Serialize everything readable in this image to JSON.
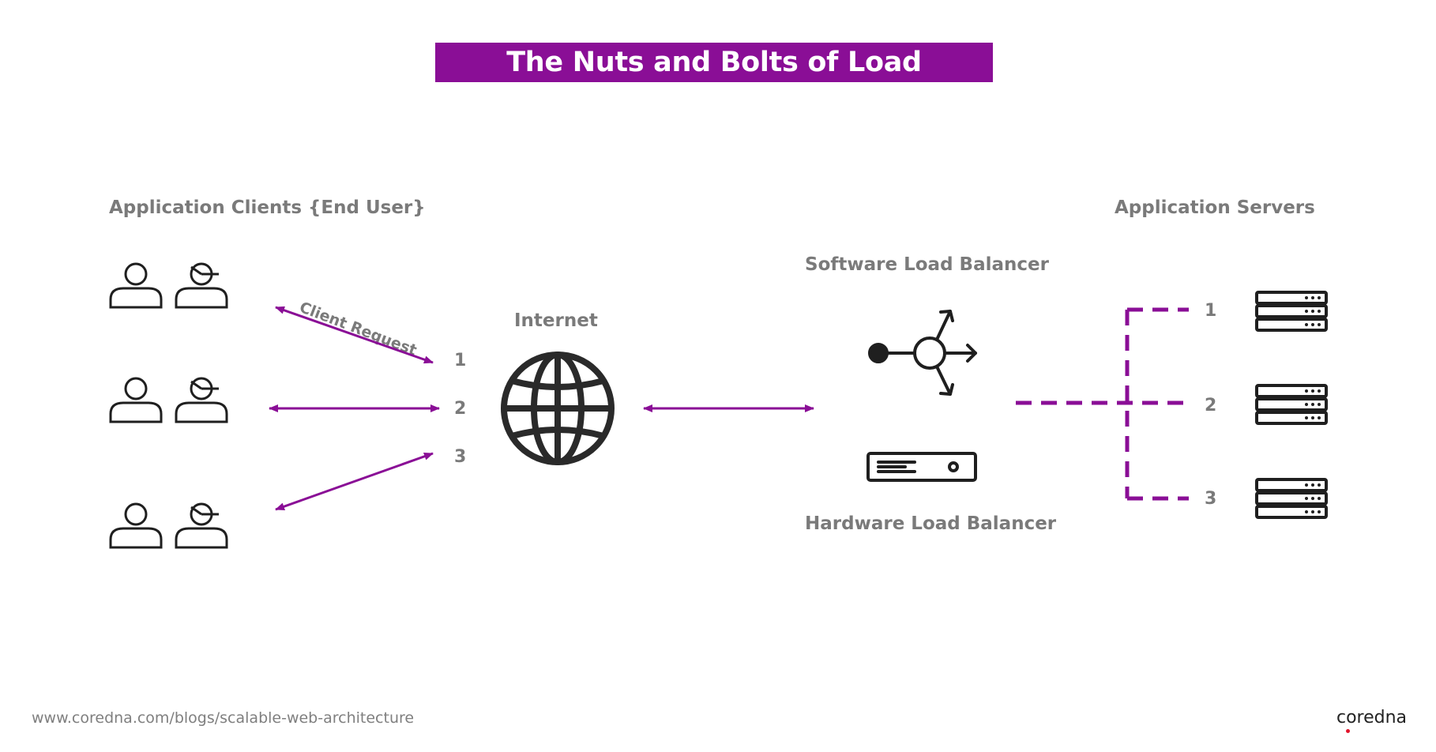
{
  "title": "The Nuts and Bolts of Load Balancing",
  "clients": {
    "label": "Application Clients {End User}"
  },
  "servers": {
    "label": "Application Servers",
    "numbers": [
      "1",
      "2",
      "3"
    ]
  },
  "client_request": {
    "label": "Client Request",
    "numbers": [
      "1",
      "2",
      "3"
    ]
  },
  "internet": {
    "label": "Internet"
  },
  "software_lb": {
    "label": "Software Load Balancer"
  },
  "hardware_lb": {
    "label": "Hardware Load Balancer"
  },
  "footer": {
    "url": "www.coredna.com/blogs/scalable-web-architecture",
    "logo": "coredna"
  },
  "colors": {
    "accent": "#8a0e96",
    "label_gray": "#7a7a7a",
    "icon": "#1f1f1f",
    "logo_dot": "#e2152c"
  },
  "icons": [
    "user-icon",
    "support-user-icon",
    "globe-icon",
    "share-icon",
    "hardware-lb-icon",
    "server-icon"
  ]
}
